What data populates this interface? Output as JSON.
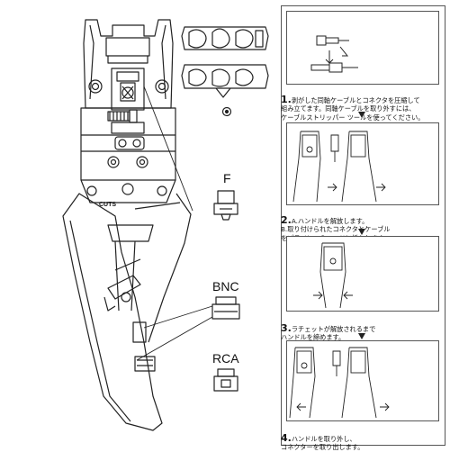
{
  "labels": {
    "cuts": "CUTS",
    "f": "F",
    "bnc": "BNC",
    "rca": "RCA"
  },
  "steps": [
    {
      "num": "1.",
      "text": "剥がした同軸ケーブルとコネクタを圧縮して\n組み立てます。同軸ケーブルを取り外すには、\nケーブルストリッパー ツールを使ってください。"
    },
    {
      "num": "2.",
      "text": "A.ハンドルを解放します。\nB.取り付けられたコネクタとケーブル\nをプライヤーのヘッドに挿入します。"
    },
    {
      "num": "3.",
      "text": "ラチェットが解放されるまで\nハンドルを締めます。"
    },
    {
      "num": "4.",
      "text": "ハンドルを取り外し、\nコネクターを取り出します。"
    }
  ],
  "colors": {
    "line": "#222222",
    "panel_border": "#555555"
  }
}
